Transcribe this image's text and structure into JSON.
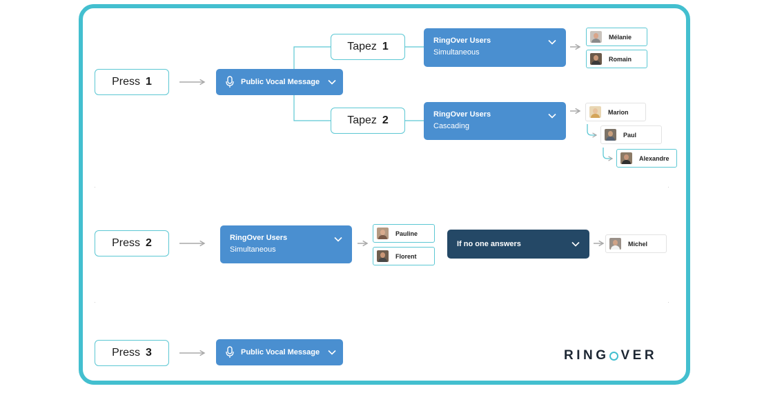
{
  "colors": {
    "frame": "#43bfcf",
    "node_border": "#5bc7d3",
    "blue_box": "#4a8fd0",
    "dark_box": "#244866",
    "arrow": "#a8a8a8",
    "logo_text": "#1d2733"
  },
  "icons": [
    "microphone-icon",
    "chevron-down-icon",
    "arrow-right-icon",
    "curved-arrow-icon",
    "user-avatar"
  ],
  "row1": {
    "press_word": "Press",
    "press_num": "1",
    "message_label": "Public Vocal Message",
    "branch1": {
      "tapez_word": "Tapez",
      "tapez_num": "1",
      "group_title": "RingOver Users",
      "group_mode": "Simultaneous",
      "users": [
        "Mélanie",
        "Romain"
      ]
    },
    "branch2": {
      "tapez_word": "Tapez",
      "tapez_num": "2",
      "group_title": "RingOver Users",
      "group_mode": "Cascading",
      "users": [
        "Marion",
        "Paul",
        "Alexandre"
      ]
    }
  },
  "row2": {
    "press_word": "Press",
    "press_num": "2",
    "group_title": "RingOver Users",
    "group_mode": "Simultaneous",
    "users": [
      "Pauline",
      "Florent"
    ],
    "fallback_label": "If no one answers",
    "fallback_user": "Michel"
  },
  "row3": {
    "press_word": "Press",
    "press_num": "3",
    "message_label": "Public Vocal Message"
  },
  "logo": {
    "text_left": "RING",
    "text_right": "VER"
  }
}
